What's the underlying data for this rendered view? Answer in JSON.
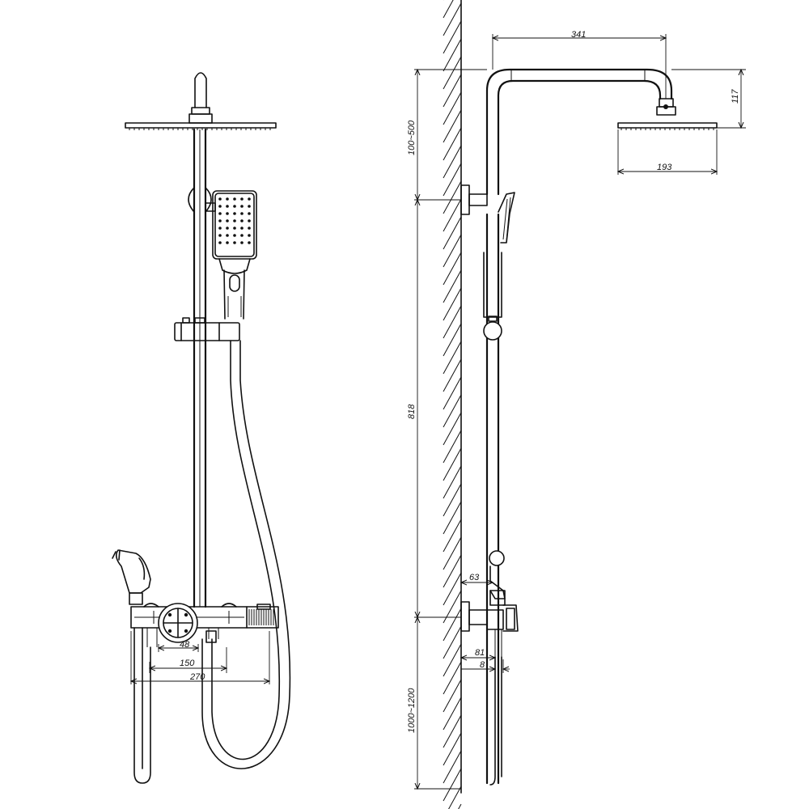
{
  "dimensions": {
    "rail_to_head": "341",
    "head_drop": "117",
    "head_width": "193",
    "top_bracket_range": "100~500",
    "rail_length": "818",
    "valve_height": "1000~1200",
    "wall_offset": "63",
    "valve_depth": "81",
    "pipe_offset": "8",
    "knob_size": "48",
    "inlet_spacing": "150",
    "mixer_width": "270"
  },
  "colors": {
    "line": "#111111",
    "background": "#ffffff"
  }
}
